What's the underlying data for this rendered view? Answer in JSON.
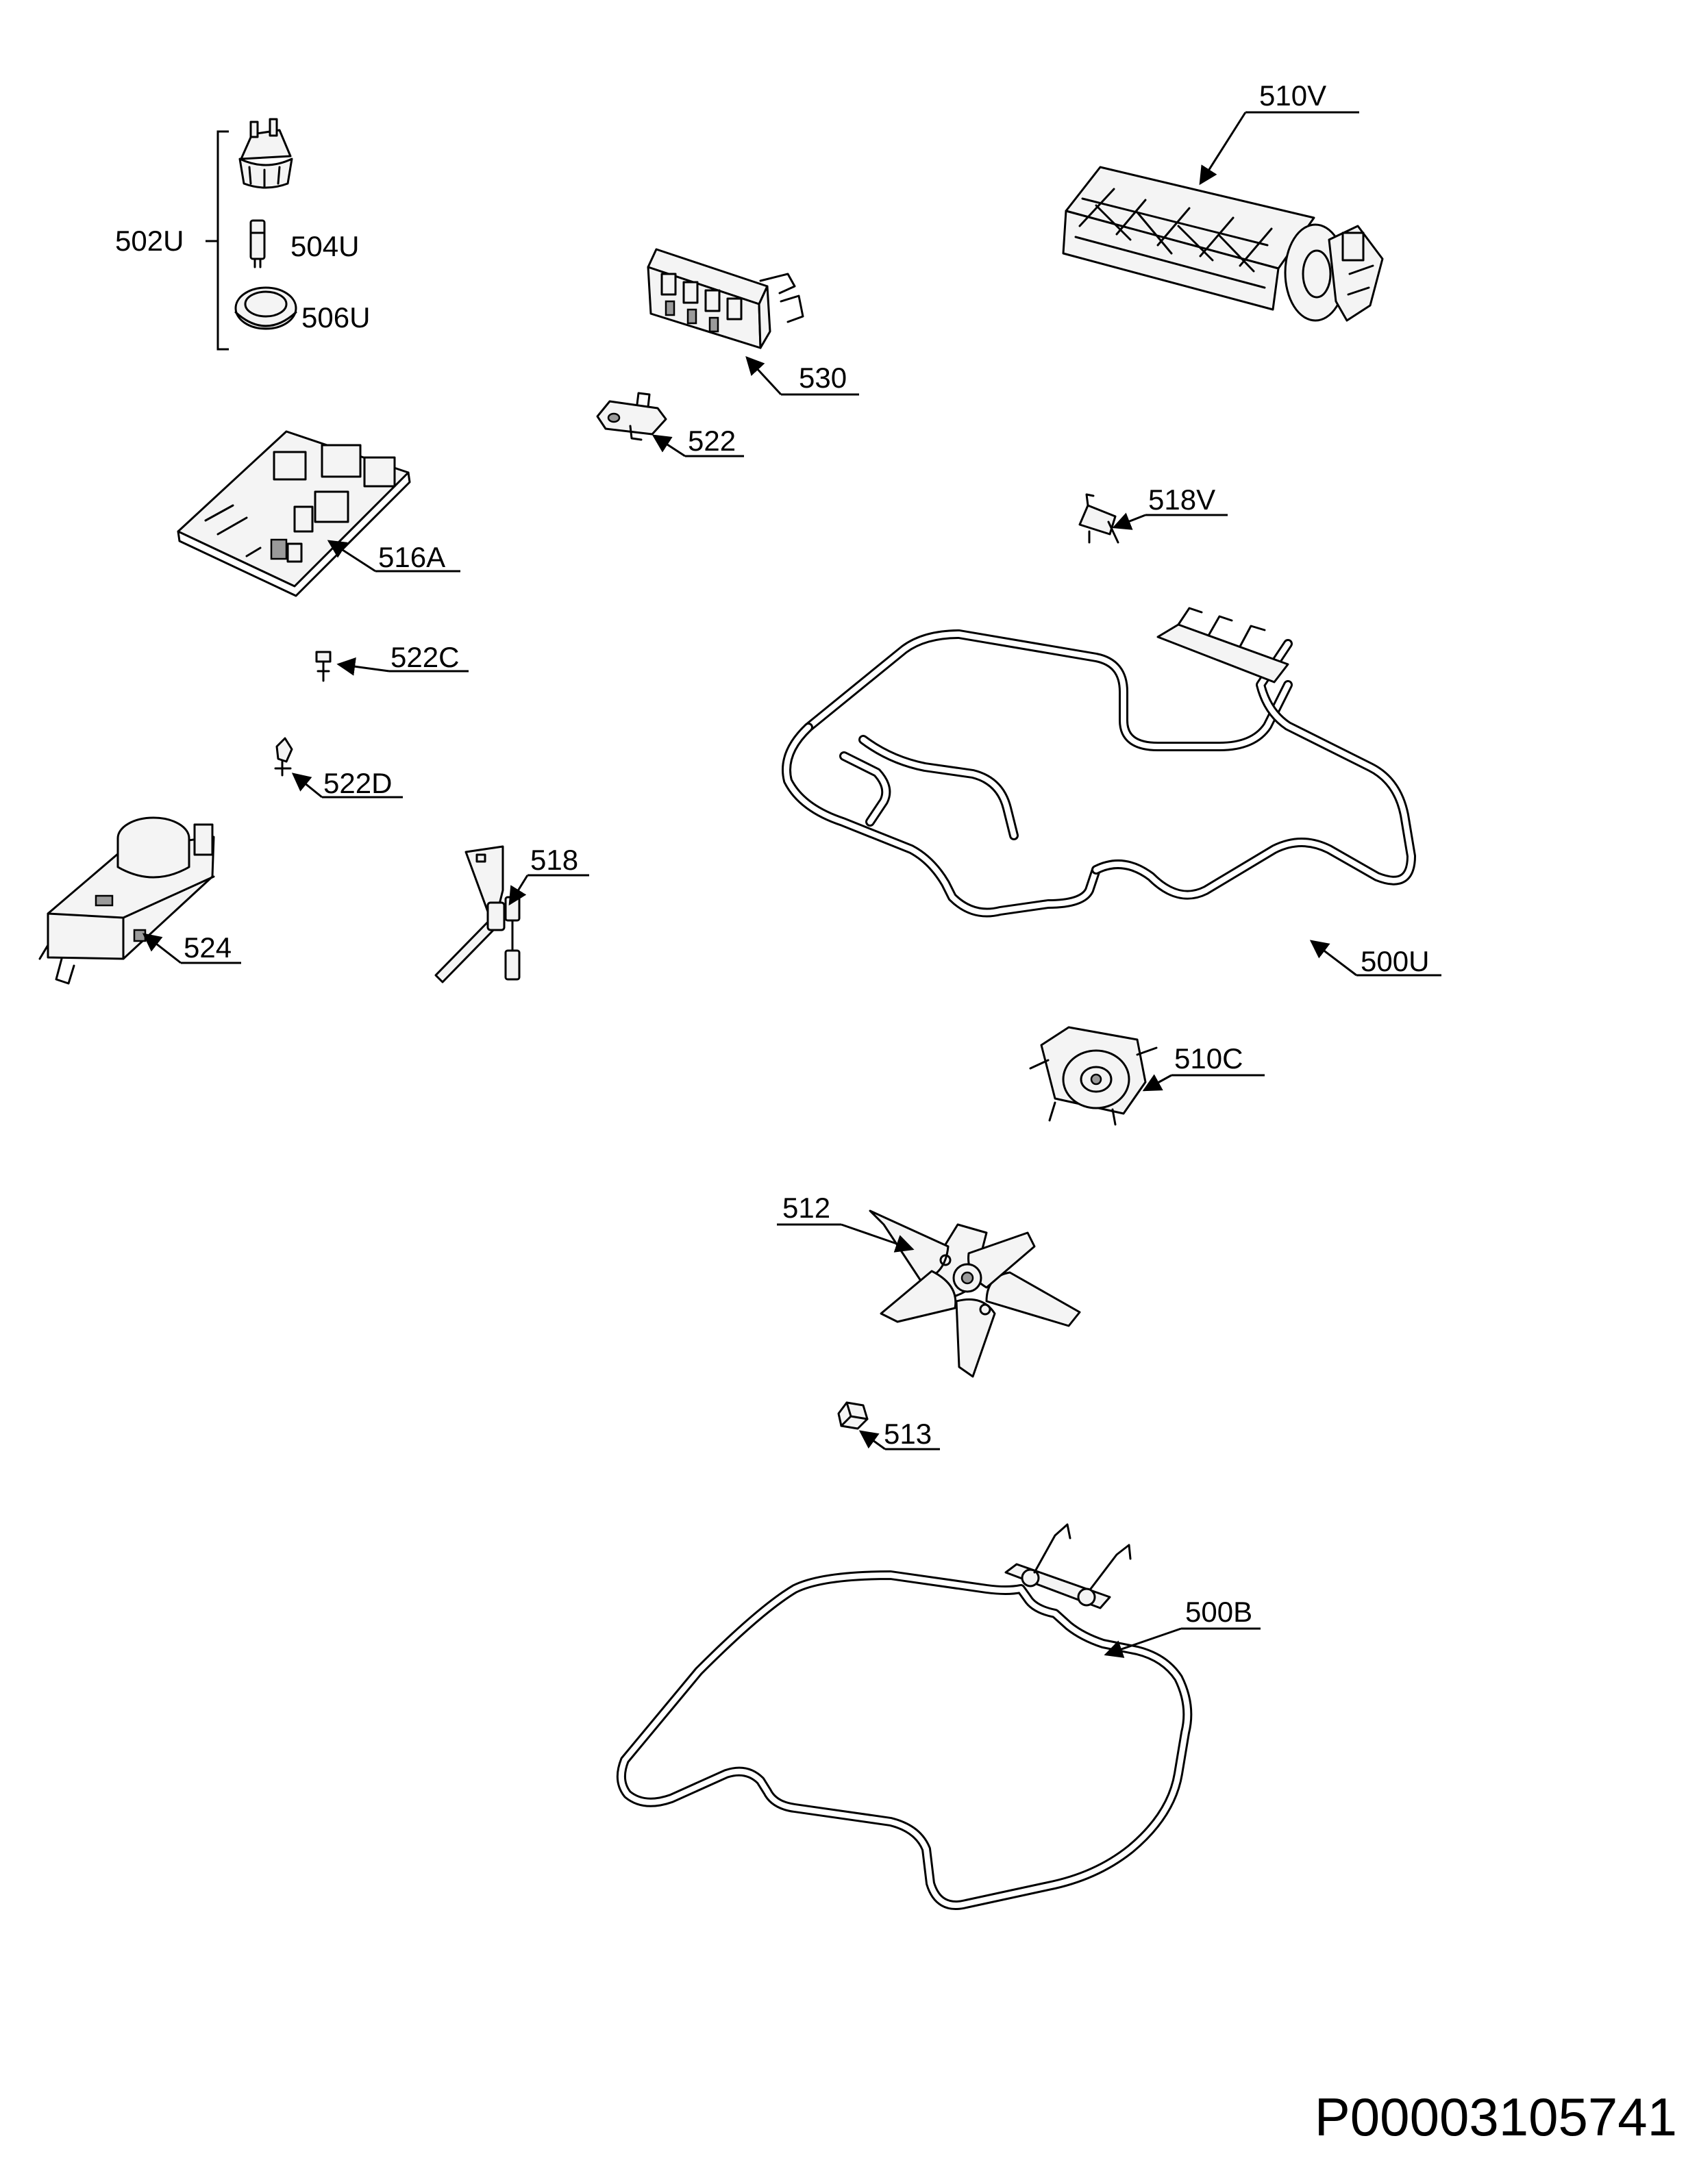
{
  "diagram": {
    "callouts": {
      "502U": "502U",
      "504U": "504U",
      "506U": "506U",
      "510V": "510V",
      "530": "530",
      "522": "522",
      "516A": "516A",
      "518V": "518V",
      "522C": "522C",
      "522D": "522D",
      "500U": "500U",
      "518": "518",
      "524": "524",
      "510C": "510C",
      "512": "512",
      "513": "513",
      "500B": "500B"
    },
    "document_id": "P00003105741"
  }
}
